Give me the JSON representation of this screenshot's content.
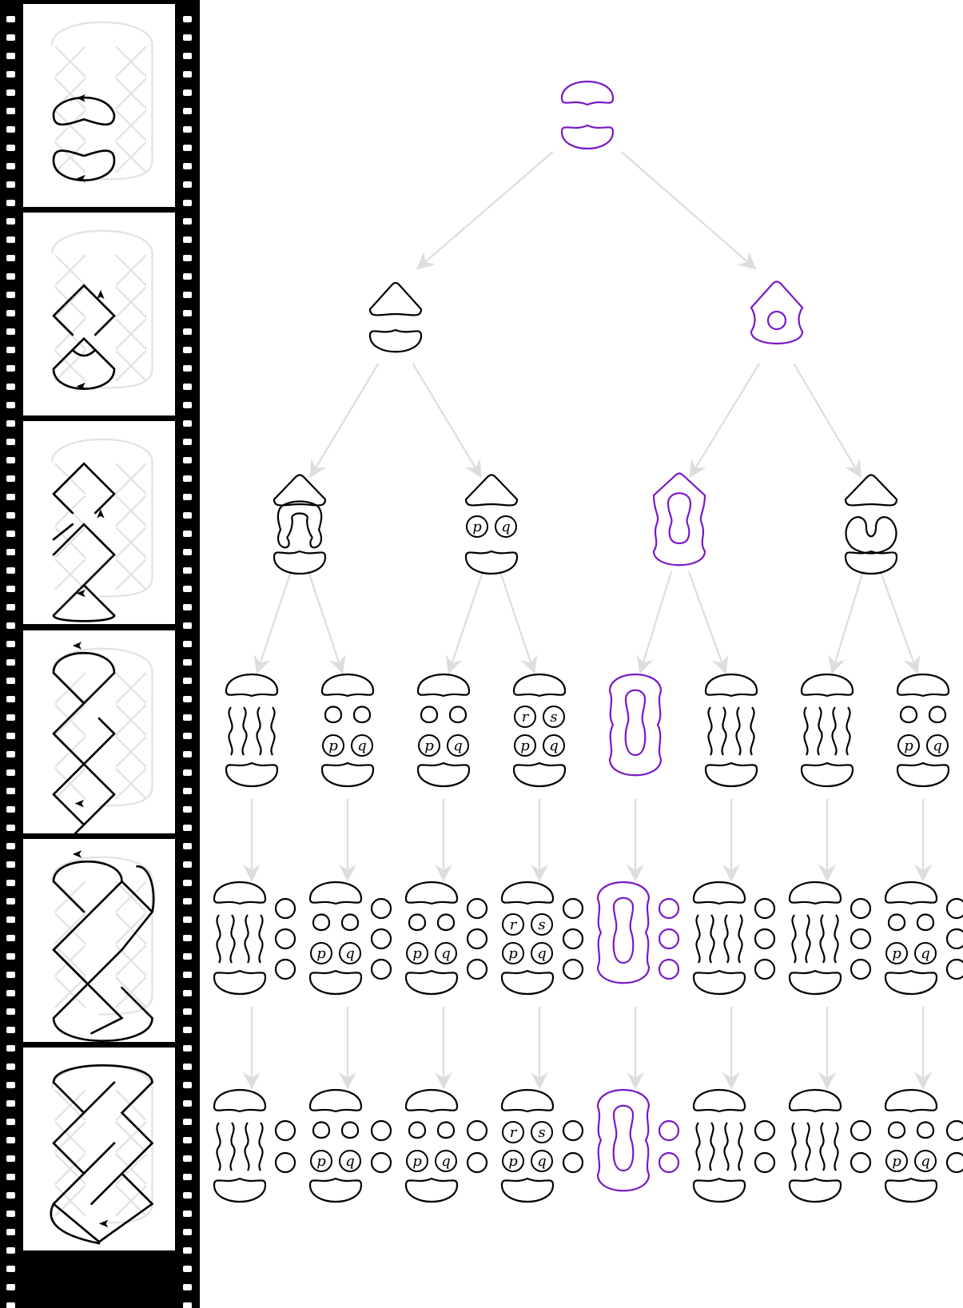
{
  "colors": {
    "ink": "#000000",
    "faint": "#e3e3e3",
    "arrow": "#dddddd",
    "highlight": "#7a18c8",
    "film": "#000000",
    "paper": "#ffffff"
  },
  "filmstrip": {
    "frames": [
      {
        "step": 1,
        "loops": 2
      },
      {
        "step": 2,
        "loops": 2
      },
      {
        "step": 3,
        "loops": 2
      },
      {
        "step": 4,
        "loops": 2
      },
      {
        "step": 5,
        "loops": 2
      },
      {
        "step": 6,
        "loops": 1
      }
    ]
  },
  "tree": {
    "levels": [
      [
        {
          "hl": true,
          "labels": []
        }
      ],
      [
        {
          "hl": false,
          "labels": []
        },
        {
          "hl": true,
          "labels": []
        }
      ],
      [
        {
          "hl": false,
          "labels": []
        },
        {
          "hl": false,
          "labels": [
            "p",
            "q"
          ]
        },
        {
          "hl": true,
          "labels": []
        },
        {
          "hl": false,
          "labels": []
        }
      ],
      [
        {
          "hl": false,
          "labels": []
        },
        {
          "hl": false,
          "labels": [
            "p",
            "q"
          ]
        },
        {
          "hl": false,
          "labels": [
            "p",
            "q"
          ]
        },
        {
          "hl": false,
          "labels": [
            "r",
            "s",
            "p",
            "q"
          ]
        },
        {
          "hl": true,
          "labels": []
        },
        {
          "hl": false,
          "labels": []
        },
        {
          "hl": false,
          "labels": []
        },
        {
          "hl": false,
          "labels": [
            "p",
            "q"
          ]
        }
      ],
      [
        {
          "hl": false,
          "labels": []
        },
        {
          "hl": false,
          "labels": [
            "p",
            "q"
          ]
        },
        {
          "hl": false,
          "labels": [
            "p",
            "q"
          ]
        },
        {
          "hl": false,
          "labels": [
            "r",
            "s",
            "p",
            "q"
          ]
        },
        {
          "hl": true,
          "labels": []
        },
        {
          "hl": false,
          "labels": []
        },
        {
          "hl": false,
          "labels": []
        },
        {
          "hl": false,
          "labels": [
            "p",
            "q"
          ]
        }
      ],
      [
        {
          "hl": false,
          "labels": []
        },
        {
          "hl": false,
          "labels": [
            "p",
            "q"
          ]
        },
        {
          "hl": false,
          "labels": [
            "p",
            "q"
          ]
        },
        {
          "hl": false,
          "labels": [
            "r",
            "s",
            "p",
            "q"
          ]
        },
        {
          "hl": true,
          "labels": []
        },
        {
          "hl": false,
          "labels": []
        },
        {
          "hl": false,
          "labels": []
        },
        {
          "hl": false,
          "labels": [
            "p",
            "q"
          ]
        }
      ]
    ]
  }
}
